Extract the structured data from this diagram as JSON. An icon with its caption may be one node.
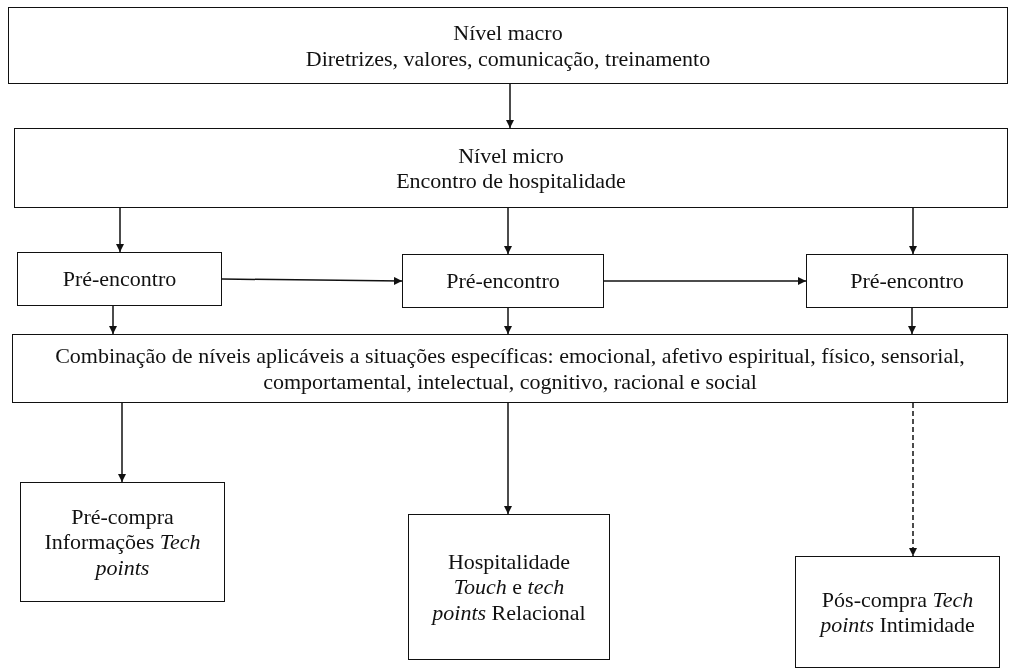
{
  "diagram": {
    "nodes": [
      {
        "text": [
          "Nível macro",
          "Diretrizes, valores, comunicação, treinamento"
        ]
      },
      {
        "text": [
          "Nível micro",
          "Encontro de hospitalidade"
        ]
      },
      {
        "text": [
          "Pré-encontro"
        ]
      },
      {
        "text": [
          "Pré-encontro"
        ]
      },
      {
        "text": [
          "Pré-encontro"
        ]
      },
      {
        "text": [
          "Combinação de níveis aplicáveis a situações específicas: emocional, afetivo espiritual, físico, sensorial, comportamental, intelectual, cognitivo, racional e social"
        ]
      },
      {
        "text": [
          "Pré-compra Informações *Tech points*"
        ]
      },
      {
        "text": [
          "Hospitalidade *Touch* e *tech points* Relacional"
        ]
      },
      {
        "text": [
          "Pós-compra *Tech points* Intimidade"
        ]
      }
    ],
    "edges": [
      {
        "from": 0,
        "to": 1,
        "arrow": "to"
      },
      {
        "from": 1,
        "to": 2,
        "arrow": "to"
      },
      {
        "from": 1,
        "to": 3,
        "arrow": "to"
      },
      {
        "from": 1,
        "to": 4,
        "arrow": "to"
      },
      {
        "from": 2,
        "to": 3,
        "arrow": "to"
      },
      {
        "from": 3,
        "to": 4,
        "arrow": "to"
      },
      {
        "from": 2,
        "to": 5,
        "arrow": "to"
      },
      {
        "from": 3,
        "to": 5,
        "arrow": "to"
      },
      {
        "from": 4,
        "to": 5,
        "arrow": "to"
      },
      {
        "from": 5,
        "to": 6,
        "arrow": "to"
      },
      {
        "from": 5,
        "to": 7,
        "arrow": "to"
      },
      {
        "from": 5,
        "to": 8,
        "arrow": "to",
        "style": "dashed"
      }
    ]
  }
}
